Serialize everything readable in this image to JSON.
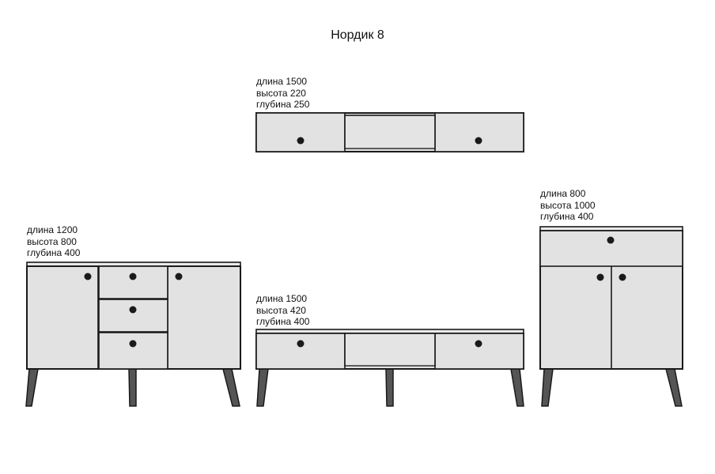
{
  "title": "Нордик 8",
  "items": {
    "wall_shelf": {
      "length": "длина 1500",
      "height": "высота 220",
      "depth": "глубина 250"
    },
    "commode": {
      "length": "длина 1200",
      "height": "высота 800",
      "depth": "глубина 400"
    },
    "tv_stand": {
      "length": "длина 1500",
      "height": "высота 420",
      "depth": "глубина 400"
    },
    "cabinet": {
      "length": "длина 800",
      "height": "высота 1000",
      "depth": "глубина 400"
    }
  }
}
